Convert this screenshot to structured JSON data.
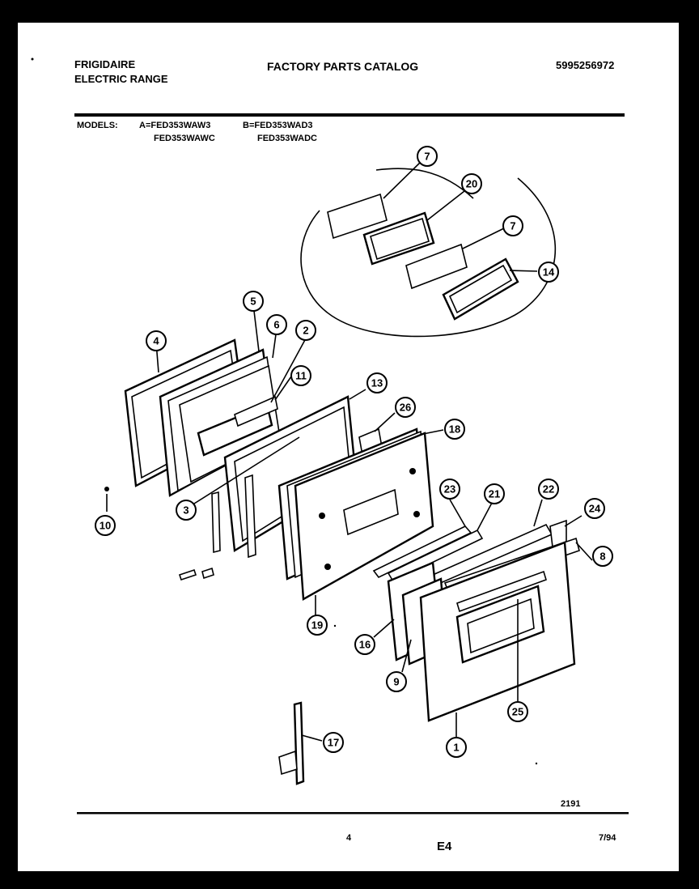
{
  "header": {
    "brand": "FRIGIDAIRE",
    "product": "ELECTRIC RANGE",
    "catalog_title": "FACTORY PARTS CATALOG",
    "catalog_number": "5995256972"
  },
  "models": {
    "label": "MODELS:",
    "group_a_line1": "A=FED353WAW3",
    "group_a_line2": "FED353WAWC",
    "group_b_line1": "B=FED353WAD3",
    "group_b_line2": "FED353WADC"
  },
  "callouts": {
    "c7a": "7",
    "c20": "20",
    "c7b": "7",
    "c14": "14",
    "c5": "5",
    "c4": "4",
    "c6": "6",
    "c2": "2",
    "c11": "11",
    "c13": "13",
    "c26": "26",
    "c18": "18",
    "c3": "3",
    "c10": "10",
    "c23": "23",
    "c21": "21",
    "c22": "22",
    "c24": "24",
    "c8": "8",
    "c19": "19",
    "c16": "16",
    "c9": "9",
    "c25": "25",
    "c1": "1",
    "c17": "17"
  },
  "footer": {
    "drawing_number": "2191",
    "page_number": "4",
    "section": "E4",
    "date": "7/94"
  }
}
